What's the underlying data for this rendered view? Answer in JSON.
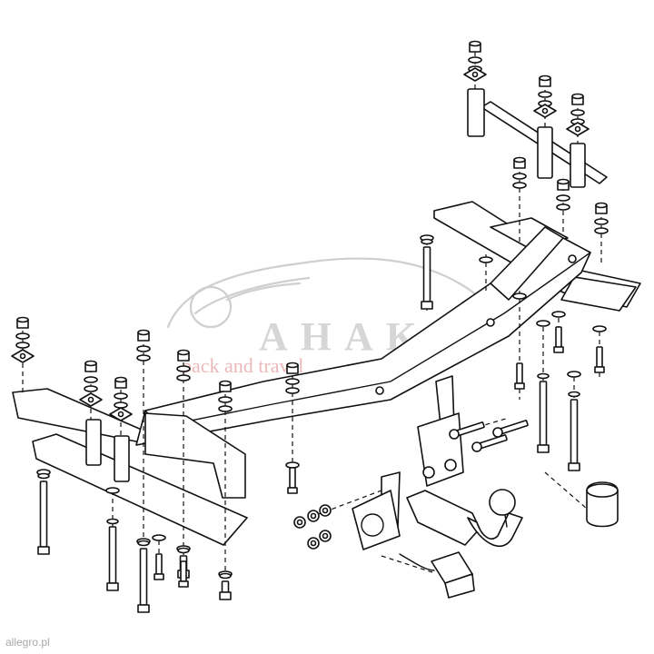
{
  "watermark": {
    "brand": "AHAKA",
    "tagline": "pack and travel"
  },
  "corner_label": "allegro.pl",
  "colors": {
    "line": "#111111",
    "watermark_grey": "#c9c9c9",
    "watermark_red": "#e7a8a8"
  }
}
